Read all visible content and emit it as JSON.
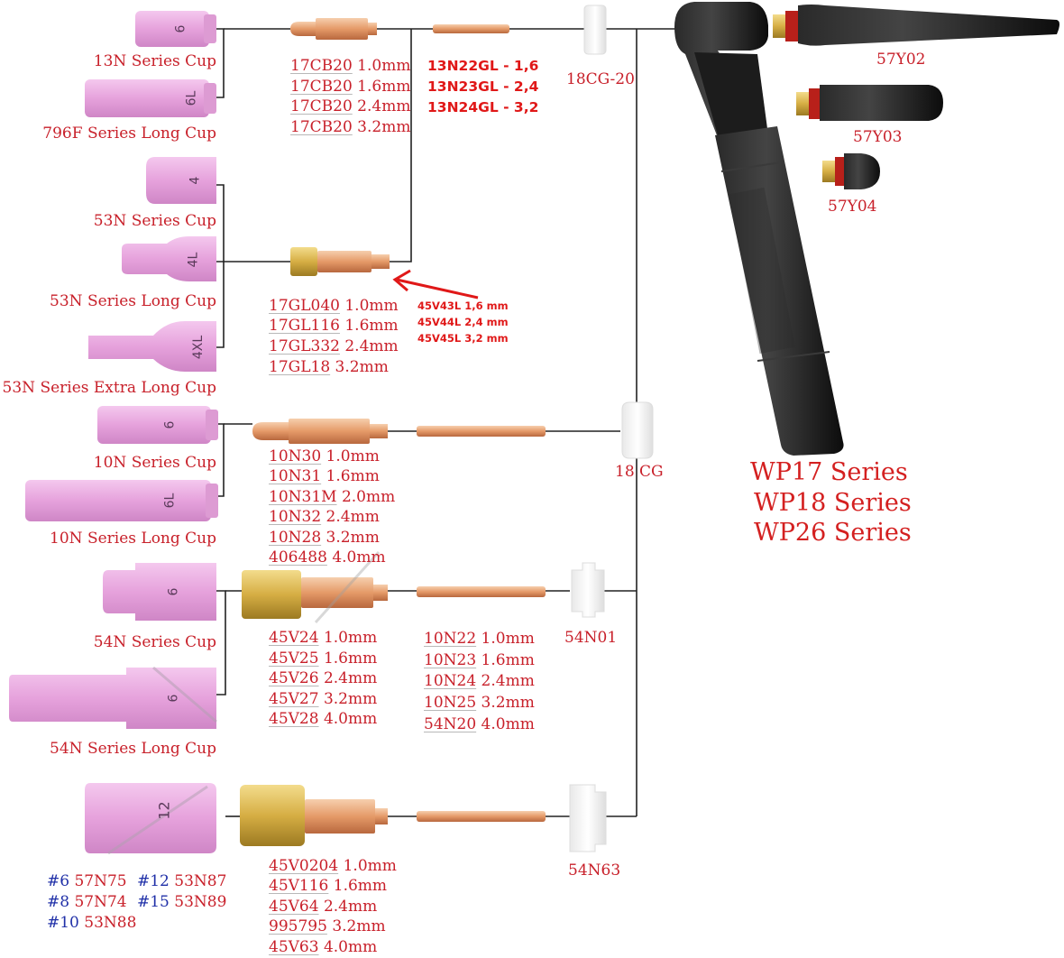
{
  "cups": {
    "c13n": {
      "mark": "6",
      "label": "13N Series Cup"
    },
    "c796f": {
      "mark": "6L",
      "label": "796F Series Long Cup"
    },
    "c53n": {
      "mark": "4",
      "label": "53N Series Cup"
    },
    "c53nlong": {
      "mark": "4L",
      "label": "53N Series Long Cup"
    },
    "c53nxl": {
      "mark": "4XL",
      "label": "53N Series Extra Long Cup"
    },
    "c10n": {
      "mark": "6",
      "label": "10N Series Cup"
    },
    "c10nlong": {
      "mark": "6L",
      "label": "10N Series Long Cup"
    },
    "c54n": {
      "mark": "6",
      "label": "54N Series Cup"
    },
    "c54nlong": {
      "mark": "6",
      "label": "54N Series Long Cup"
    },
    "c53n12": {
      "mark": "12"
    }
  },
  "big_cup_codes": [
    {
      "num": "#6",
      "code": "57N75"
    },
    {
      "num": "#12",
      "code": "53N87"
    },
    {
      "num": "#8",
      "code": "57N74"
    },
    {
      "num": "#15",
      "code": "53N89"
    },
    {
      "num": "#10",
      "code": "53N88"
    }
  ],
  "collet_bodies_17cb": [
    {
      "code": "17CB20",
      "size": "1.0mm"
    },
    {
      "code": "17CB20",
      "size": "1.6mm"
    },
    {
      "code": "17CB20",
      "size": "2.4mm"
    },
    {
      "code": "17CB20",
      "size": "3.2mm"
    }
  ],
  "collets_13n": [
    "13N22GL - 1,6",
    "13N23GL - 2,4",
    "13N24GL - 3,2"
  ],
  "insulator_18cg20": "18CG-20",
  "gas_lens_17gl": [
    {
      "code": "17GL040",
      "size": "1.0mm"
    },
    {
      "code": "17GL116",
      "size": "1.6mm"
    },
    {
      "code": "17GL332",
      "size": "2.4mm"
    },
    {
      "code": "17GL18",
      "size": "3.2mm"
    }
  ],
  "note_45v": [
    "45V43L 1,6 mm",
    "45V44L 2,4 mm",
    "45V45L 3,2 mm"
  ],
  "collet_bodies_10n": [
    {
      "code": "10N30",
      "size": "1.0mm"
    },
    {
      "code": "10N31",
      "size": "1.6mm"
    },
    {
      "code": "10N31M",
      "size": "2.0mm"
    },
    {
      "code": "10N32",
      "size": "2.4mm"
    },
    {
      "code": "10N28",
      "size": "3.2mm"
    },
    {
      "code": "406488",
      "size": "4.0mm"
    }
  ],
  "insulator_18cg": "18 CG",
  "gas_lens_45v": [
    {
      "code": "45V24",
      "size": "1.0mm"
    },
    {
      "code": "45V25",
      "size": "1.6mm"
    },
    {
      "code": "45V26",
      "size": "2.4mm"
    },
    {
      "code": "45V27",
      "size": "3.2mm"
    },
    {
      "code": "45V28",
      "size": "4.0mm"
    }
  ],
  "collets_10n": [
    {
      "code": "10N22",
      "size": "1.0mm"
    },
    {
      "code": "10N23",
      "size": "1.6mm"
    },
    {
      "code": "10N24",
      "size": "2.4mm"
    },
    {
      "code": "10N25",
      "size": "3.2mm"
    },
    {
      "code": "54N20",
      "size": "4.0mm"
    }
  ],
  "insulator_54n01": "54N01",
  "gas_lens_large": [
    {
      "code": "45V0204",
      "size": "1.0mm"
    },
    {
      "code": "45V116",
      "size": "1.6mm"
    },
    {
      "code": "45V64",
      "size": "2.4mm"
    },
    {
      "code": "995795",
      "size": "3.2mm"
    },
    {
      "code": "45V63",
      "size": "4.0mm"
    }
  ],
  "insulator_54n63": "54N63",
  "back_caps": [
    "57Y02",
    "57Y03",
    "57Y04"
  ],
  "torch_series": [
    "WP17 Series",
    "WP18 Series",
    "WP26 Series"
  ],
  "colors": {
    "label_red": "#c8202a",
    "bold_red": "#e01818",
    "blue": "#2030a8",
    "cup_pink": "#e8a8e0",
    "brass": "#d9b44a",
    "copper": "#e8a070",
    "torch_black": "#1a1a1a"
  }
}
